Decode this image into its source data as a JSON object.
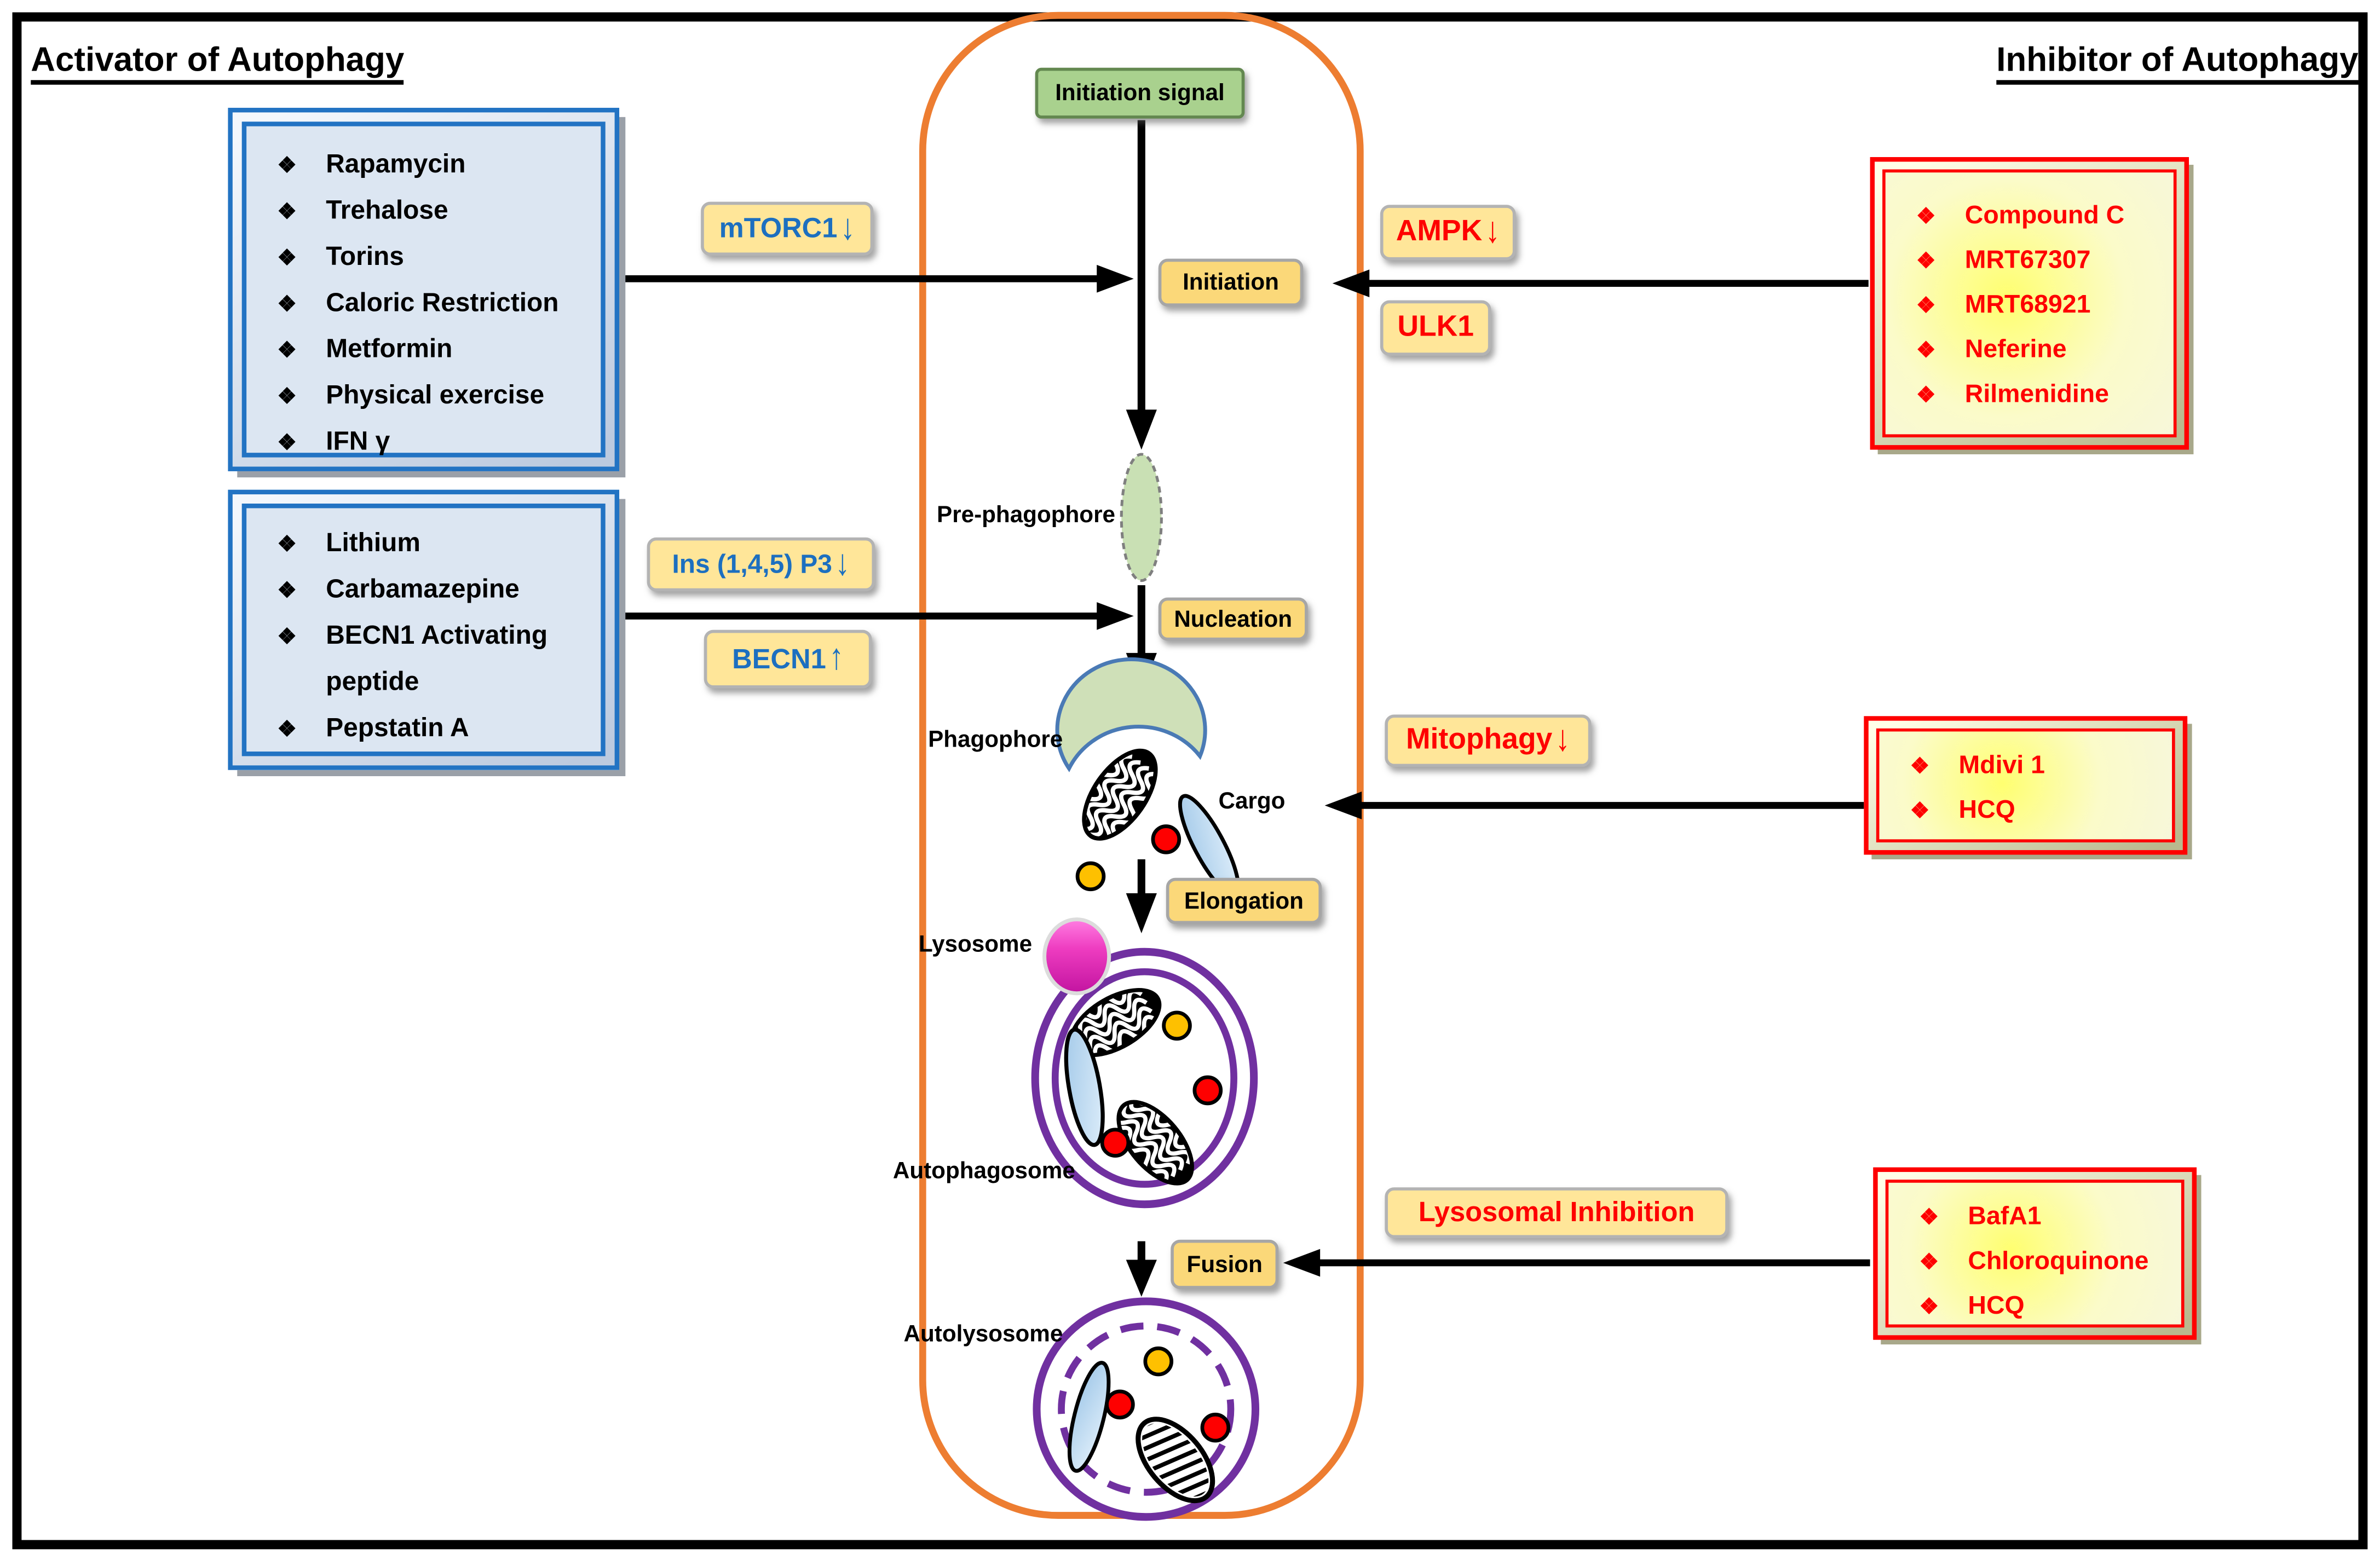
{
  "headings": {
    "left": "Activator of Autophagy",
    "right": "Inhibitor of Autophagy"
  },
  "bullet": "❖",
  "activators": {
    "box1": {
      "items": [
        "Rapamycin",
        "Trehalose",
        "Torins",
        "Caloric Restriction",
        "Metformin",
        "Physical exercise",
        "IFN γ"
      ]
    },
    "box2": {
      "items": [
        "Lithium",
        "Carbamazepine",
        "BECN1 Activating peptide",
        "Pepstatin A"
      ]
    }
  },
  "inhibitors": {
    "box1": {
      "items": [
        "Compound C",
        "MRT67307",
        "MRT68921",
        "Neferine",
        "Rilmenidine"
      ]
    },
    "box2": {
      "items": [
        "Mdivi 1",
        "HCQ"
      ]
    },
    "box3": {
      "items": [
        "BafA1",
        "Chloroquinone",
        "HCQ"
      ]
    }
  },
  "regulators": {
    "mtorc1": {
      "label": "mTORC1",
      "arrow": "↓"
    },
    "ins_p3": {
      "label": "Ins (1,4,5) P3",
      "arrow": "↓"
    },
    "becn1": {
      "label": "BECN1",
      "arrow": "↑"
    },
    "ampk": {
      "label": "AMPK",
      "arrow": "↓"
    },
    "ulk1": {
      "label": "ULK1",
      "arrow": ""
    },
    "mitophagy": {
      "label": "Mitophagy",
      "arrow": "↓"
    },
    "lysosomal_inhibition": {
      "label": "Lysosomal Inhibition",
      "arrow": ""
    }
  },
  "pathway": {
    "initiation_signal": "Initiation signal",
    "initiation": "Initiation",
    "pre_phagophore": "Pre-phagophore",
    "nucleation": "Nucleation",
    "phagophore": "Phagophore",
    "cargo": "Cargo",
    "elongation": "Elongation",
    "lysosome": "Lysosome",
    "autophagosome": "Autophagosome",
    "fusion": "Fusion",
    "autolysosome": "Autolysosome"
  },
  "colors": {
    "column_border": "#ed7d31",
    "activator_box_border": "#2273c3",
    "activator_box_fill": "#dce6f2",
    "inhibitor_box_border": "#fe0000",
    "inhibitor_box_fill": "#fbfbc9",
    "regulator_chip_fill": "#ffe699",
    "process_chip_fill": "#fbd879",
    "signal_green_fill": "#a9d18e",
    "signal_text_blue": "#1c6fc0",
    "inhibitor_text_red": "#fe0000",
    "organelle_purple": "#7030a0",
    "lysosome_magenta": "#e02cb4",
    "cargo_red": "#fe0000",
    "cargo_yellow": "#fec000",
    "cargo_blue": "#b5d5ee",
    "phagophore_green": "#cfe0b8",
    "arrow_black": "#000000"
  }
}
